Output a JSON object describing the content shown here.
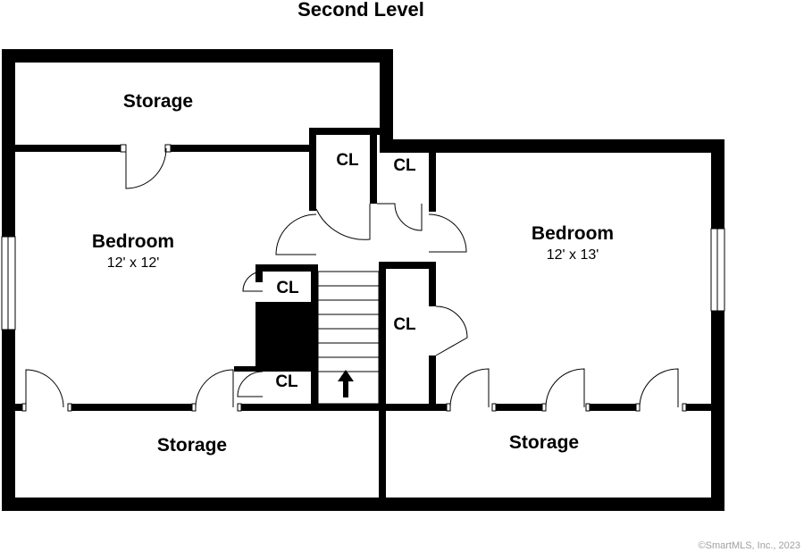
{
  "title": "Second Level",
  "rooms": {
    "storage_top": "Storage",
    "bedroom_left": "Bedroom",
    "bedroom_left_dim": "12' x 12'",
    "bedroom_right": "Bedroom",
    "bedroom_right_dim": "12' x 13'",
    "storage_bottom_left": "Storage",
    "storage_bottom_right": "Storage"
  },
  "closets": {
    "cl_top_center": "CL",
    "cl_top_right": "CL",
    "cl_mid_left": "CL",
    "cl_low_left": "CL",
    "cl_mid_right": "CL"
  },
  "copyright": "©SmartMLS, Inc., 2023",
  "colors": {
    "wall": "#000000",
    "background": "#ffffff",
    "copyright": "#a0a0a0"
  }
}
